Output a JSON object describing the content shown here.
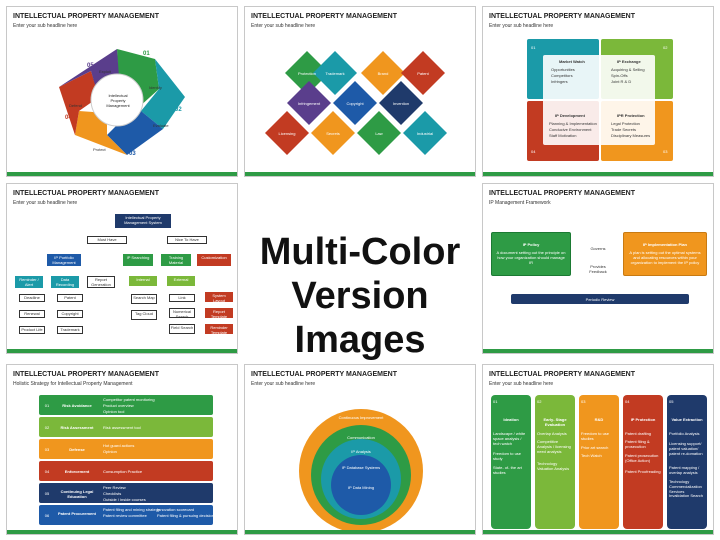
{
  "center": {
    "line1": "Multi-Color",
    "line2": "Version Images"
  },
  "common": {
    "title": "INTELLECTUAL PROPERTY MANAGEMENT",
    "subtitle": "Enter your sub headline here"
  },
  "slide1": {
    "center": "Intellectual Property Management",
    "items": [
      {
        "n": "01",
        "label": "Identify"
      },
      {
        "n": "02",
        "label": "Evaluate"
      },
      {
        "n": "03",
        "label": "Protect"
      },
      {
        "n": "04",
        "label": "Defend"
      },
      {
        "n": "05",
        "label": "Exploit"
      }
    ]
  },
  "slide2": {
    "items": [
      "Protection",
      "Trademark",
      "Brand",
      "Patent",
      "Infringement",
      "Copyright",
      "Invention",
      "Licensing",
      "Secrets",
      "Law",
      "Industrial"
    ]
  },
  "slide3": {
    "quads": [
      {
        "n": "01",
        "title": "Market Watch",
        "items": [
          "Opportunities",
          "Competitors",
          "Infringers"
        ]
      },
      {
        "n": "02",
        "title": "IP Exchange",
        "items": [
          "Acquiring & Selling",
          "Spin-Offs",
          "Joint R & D"
        ]
      },
      {
        "n": "03",
        "title": "IPR Protection",
        "items": [
          "Legal Protection",
          "Trade Secrets",
          "Disciplinary Measures"
        ]
      },
      {
        "n": "04",
        "title": "IP Development",
        "items": [
          "Planning & Implementation",
          "Conducive Environment",
          "Staff Motivation"
        ]
      }
    ]
  },
  "slide4": {
    "root": "Intellectual Property Management System",
    "l1": [
      "Must Have",
      "Nice To Have"
    ],
    "l2": [
      "IP Portfolio Management",
      "IP Searching",
      "Training Material",
      "Customization"
    ],
    "l3": [
      "Reminder / Alert",
      "Data Recording",
      "Report Generation",
      "Internal",
      "External"
    ],
    "l4a": [
      "Deadline",
      "Renewal",
      "Product Life"
    ],
    "l4b": [
      "Patent",
      "Copyright",
      "Trademark"
    ],
    "l4c": [
      "Search Map",
      "Tag Cloud"
    ],
    "l4d": [
      "Link",
      "Numerical Search",
      "Field Search"
    ],
    "l4e": [
      "System Layout",
      "Report Template",
      "Reminder Template"
    ]
  },
  "slide5": {
    "subtitle": "IP Management Framework",
    "left_title": "IP Policy",
    "left_text": "A document setting out the principle on how your organization should manage IR",
    "right_title": "IP Implementation Plan",
    "right_text": "A plan is setting out the optimal systems and allocating resources within your organization to implement the IP policy",
    "governs": "Governs",
    "provides": "Provides Feedback",
    "review": "Periodic Review"
  },
  "slide6": {
    "subtitle": "Holistic Strategy for Intellectual Property Management",
    "rows": [
      {
        "n": "01",
        "label": "Risk Avoidance",
        "items": [
          "Competitor patent monitoring",
          "Product overview",
          "Opinion tool"
        ]
      },
      {
        "n": "02",
        "label": "Risk Assessment",
        "items": [
          "Risk assessment tool"
        ]
      },
      {
        "n": "03",
        "label": "Defense",
        "items": [
          "Hot guard actions",
          "Opinion"
        ]
      },
      {
        "n": "04",
        "label": "Enforcement",
        "items": [
          "Consumption Practice"
        ]
      },
      {
        "n": "05",
        "label": "Continuing Legal Education",
        "items": [
          "Peer Review",
          "Checklists",
          "Outside / inside courses"
        ]
      },
      {
        "n": "06",
        "label": "Patent Procurement",
        "items": [
          "Patent filing and mining strategy",
          "Patent review committee",
          "Innovation scorecard",
          "Patent filing & pursuing decisions"
        ]
      }
    ]
  },
  "slide7": {
    "arc": "Continuous Improvement",
    "rings": [
      "Communication",
      "IP Analysis",
      "IP Database Systems",
      "IP Data Mining"
    ]
  },
  "slide8": {
    "cols": [
      {
        "n": "01",
        "title": "Ideation",
        "items": [
          "Landscape / white space analysis / tech watch",
          "Freedom to use study",
          "State- of- the art studies"
        ]
      },
      {
        "n": "02",
        "title": "Early- Stage Evaluation",
        "items": [
          "Overlap Analysis",
          "Competitive Analysis / licensing need analysis",
          "Technology Valuation Analysis"
        ]
      },
      {
        "n": "03",
        "title": "R&D",
        "items": [
          "Freedom to use studies",
          "Prior art search",
          "Tech Watch"
        ]
      },
      {
        "n": "04",
        "title": "IP Protection",
        "items": [
          "Patent drafting",
          "Patent filing & prosecution",
          "Patent prosecution (Office Action)",
          "Patent Proofreading"
        ]
      },
      {
        "n": "05",
        "title": "Value Extraction",
        "items": [
          "Portfolio Analysis",
          "Licensing support/ patent valuation/ patent re-domation",
          "Patent mapping / overlap analysis",
          "Technology Commercialization Services",
          "Invalidation Search"
        ]
      }
    ]
  },
  "colors": {
    "green": "#2e9b45",
    "blue": "#1e5aa8",
    "teal": "#1b9aa8",
    "orange": "#f0961e",
    "red": "#c23b22",
    "purple": "#5a3e8c",
    "lime": "#7bb83a",
    "navy": "#1f3a6b"
  }
}
